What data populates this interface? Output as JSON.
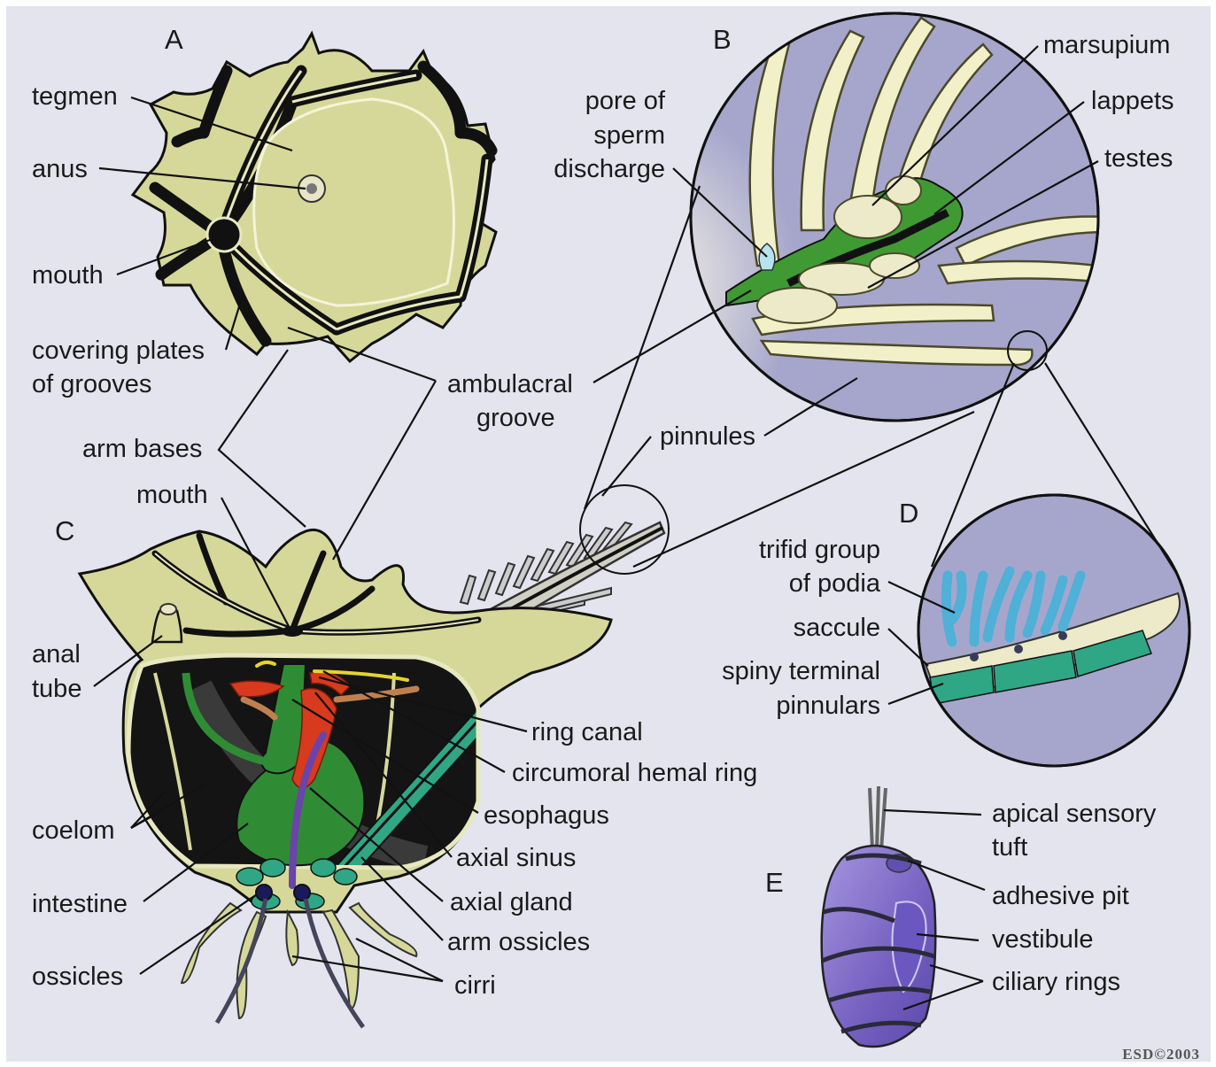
{
  "colors": {
    "background": "#e4e4ee",
    "tissue": "#d6d89a",
    "groove": "#111111",
    "circle_fill": "#a6a6cc",
    "pinnule": "#f2f0c8",
    "gonad_green": "#3f9a34",
    "podia": "#4fb0d8",
    "pinnular": "#2fa684",
    "larva": "#7f6cc4",
    "intestine": "#2f8c34",
    "hemal": "#d83a1e",
    "axial_gland": "#6a44a8"
  },
  "panels": {
    "A": "A",
    "B": "B",
    "C": "C",
    "D": "D",
    "E": "E"
  },
  "labels": {
    "tegmen": "tegmen",
    "anus": "anus",
    "mouth_a": "mouth",
    "covering_1": "covering plates",
    "covering_2": "of grooves",
    "ambulacral_1": "ambulacral",
    "ambulacral_2": "groove",
    "arm_bases": "arm bases",
    "mouth_c": "mouth",
    "pore_1": "pore of",
    "pore_2": "sperm",
    "pore_3": "discharge",
    "marsupium": "marsupium",
    "lappets": "lappets",
    "testes": "testes",
    "pinnules": "pinnules",
    "trifid_1": "trifid group",
    "trifid_2": "of podia",
    "saccule": "saccule",
    "spiny_1": "spiny terminal",
    "spiny_2": "pinnulars",
    "anal_1": "anal",
    "anal_2": "tube",
    "ring_canal": "ring canal",
    "hemal_ring": "circumoral hemal ring",
    "esophagus": "esophagus",
    "axial_sinus": "axial sinus",
    "axial_gland": "axial gland",
    "arm_ossicles": "arm ossicles",
    "coelom": "coelom",
    "intestine": "intestine",
    "ossicles": "ossicles",
    "cirri": "cirri",
    "apical_1": "apical sensory",
    "apical_2": "tuft",
    "adhesive_pit": "adhesive pit",
    "vestibule": "vestibule",
    "ciliary_rings": "ciliary rings"
  },
  "copyright": "ESD©2003"
}
